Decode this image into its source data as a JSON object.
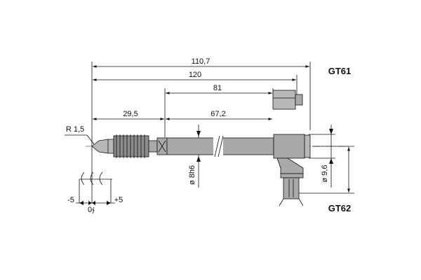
{
  "dimensions": {
    "overall_gt61": "110,7",
    "overall_gt62": "120",
    "collar_to_connector": "81",
    "tip_to_collar": "29,5",
    "collar_to_head": "67,2",
    "tip_radius": "R 1,5",
    "shaft_diameter": "ø 8h6",
    "head_diameter": "ø 9,6",
    "travel_minus": "-5",
    "travel_zero": "0",
    "travel_plus": "+5"
  },
  "models": {
    "gt61": "GT61",
    "gt62": "GT62"
  },
  "colors": {
    "body_gray": "#a9a9a9",
    "bellows_gray": "#8c8c8c",
    "line": "#111111"
  }
}
